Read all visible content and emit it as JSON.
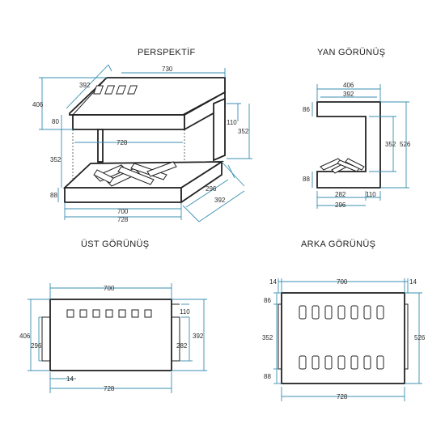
{
  "titles": {
    "perspective": "PERSPEKTİF",
    "side": "YAN GÖRÜNÜŞ",
    "top": "ÜST GÖRÜNÜŞ",
    "back": "ARKA  GÖRÜNÜŞ"
  },
  "perspective_dims": {
    "top_width": "730",
    "top_depth": "392",
    "height_total": "406",
    "top_thick": "80",
    "inner_width": "728",
    "inner_height": "352",
    "right_top": "110",
    "right_height": "352",
    "base_thick": "88",
    "bottom_700": "700",
    "bottom_728": "728",
    "side_296": "296",
    "side_392": "392"
  },
  "side_dims": {
    "top_406": "406",
    "top_392": "392",
    "left_86": "86",
    "left_88": "88",
    "right_352": "352",
    "right_526": "526",
    "bottom_282": "282",
    "bottom_110": "110",
    "bottom_296": "296"
  },
  "top_dims": {
    "width_700": "700",
    "right_110": "110",
    "right_392": "392",
    "right_282": "282",
    "left_406": "406",
    "left_296": "296",
    "bottom_14": "14",
    "bottom_728": "728"
  },
  "back_dims": {
    "top_14_left": "14",
    "top_700": "700",
    "top_14_right": "14",
    "left_86": "86",
    "left_352": "352",
    "left_88": "88",
    "right_526": "526",
    "bottom_728": "728"
  }
}
